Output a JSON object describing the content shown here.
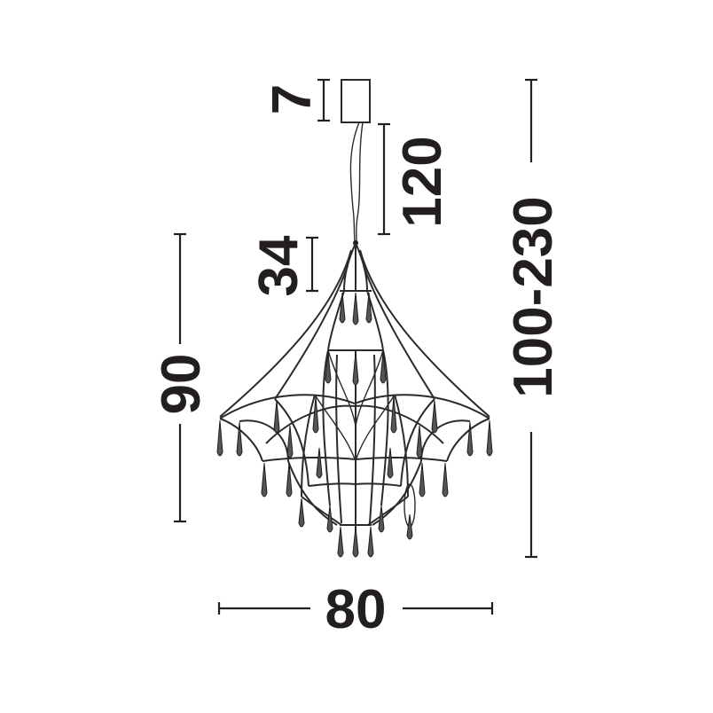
{
  "dimensions": {
    "canopy_height": "7",
    "canopy_gap": "120",
    "crown_height": "34",
    "body_height": "90",
    "overall_height": "100-230",
    "width": "80"
  },
  "colors": {
    "dimension_ink": "#231f20",
    "frame_ink": "#2a2a2a",
    "crystal_fill": "#555555",
    "background": "#ffffff"
  }
}
